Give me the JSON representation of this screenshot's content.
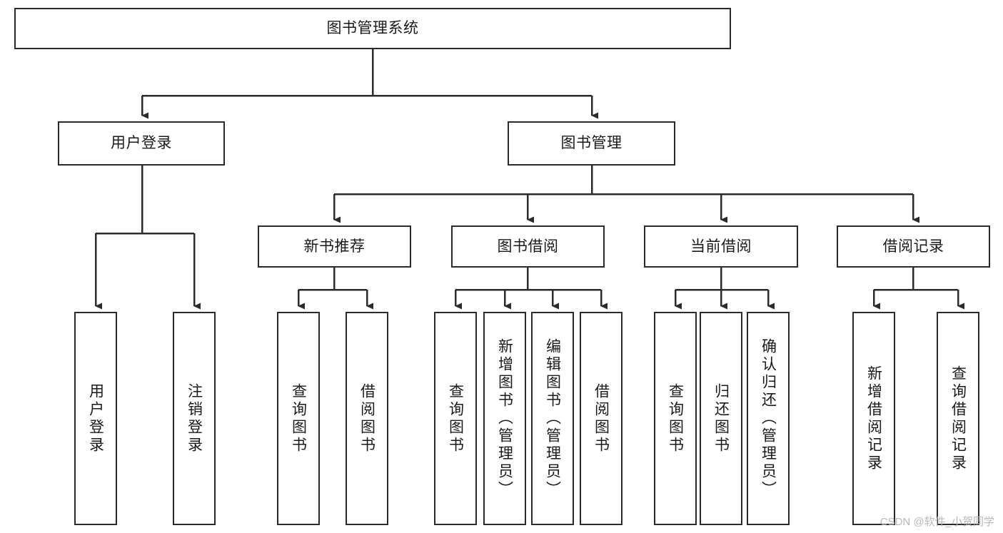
{
  "diagram": {
    "title": "图书管理系统",
    "type": "tree-hierarchy-chart",
    "orientation": "top-down",
    "colors": {
      "box_border": "#2b2b2b",
      "box_fill": "#ffffff",
      "edge": "#2b2b2b",
      "text": "#1a1a1a",
      "watermark": "#b9b9b9",
      "background": "#ffffff"
    },
    "root": {
      "id": "root",
      "label": "图书管理系统",
      "orientation": "horizontal"
    },
    "level2": [
      {
        "id": "user-login",
        "label": "用户登录",
        "orientation": "horizontal"
      },
      {
        "id": "book-management",
        "label": "图书管理",
        "orientation": "horizontal"
      }
    ],
    "level3": [
      {
        "id": "new-book-recommend",
        "label": "新书推荐",
        "orientation": "horizontal",
        "parent": "book-management"
      },
      {
        "id": "book-borrow",
        "label": "图书借阅",
        "orientation": "horizontal",
        "parent": "book-management"
      },
      {
        "id": "current-borrow",
        "label": "当前借阅",
        "orientation": "horizontal",
        "parent": "book-management"
      },
      {
        "id": "borrow-record",
        "label": "借阅记录",
        "orientation": "horizontal",
        "parent": "book-management"
      }
    ],
    "leaves": [
      {
        "id": "leaf-user-login",
        "label": "用户登录",
        "orientation": "vertical",
        "parent": "user-login"
      },
      {
        "id": "leaf-user-logout",
        "label": "注销登录",
        "orientation": "vertical",
        "parent": "user-login"
      },
      {
        "id": "leaf-query-book-1",
        "label": "查询图书",
        "orientation": "vertical",
        "parent": "new-book-recommend"
      },
      {
        "id": "leaf-borrow-book-1",
        "label": "借阅图书",
        "orientation": "vertical",
        "parent": "new-book-recommend"
      },
      {
        "id": "leaf-query-book-2",
        "label": "查询图书",
        "orientation": "vertical",
        "parent": "book-borrow"
      },
      {
        "id": "leaf-add-book",
        "label": "新增图书（管理员）",
        "orientation": "vertical",
        "parent": "book-borrow"
      },
      {
        "id": "leaf-edit-book",
        "label": "编辑图书（管理员）",
        "orientation": "vertical",
        "parent": "book-borrow"
      },
      {
        "id": "leaf-borrow-book-2",
        "label": "借阅图书",
        "orientation": "vertical",
        "parent": "book-borrow"
      },
      {
        "id": "leaf-query-book-3",
        "label": "查询图书",
        "orientation": "vertical",
        "parent": "current-borrow"
      },
      {
        "id": "leaf-return-book",
        "label": "归还图书",
        "orientation": "vertical",
        "parent": "current-borrow"
      },
      {
        "id": "leaf-confirm-return",
        "label": "确认归还（管理员）",
        "orientation": "vertical",
        "parent": "current-borrow"
      },
      {
        "id": "leaf-add-record",
        "label": "新增借阅记录",
        "orientation": "vertical",
        "parent": "borrow-record"
      },
      {
        "id": "leaf-query-record",
        "label": "查询借阅记录",
        "orientation": "vertical",
        "parent": "borrow-record"
      }
    ]
  },
  "watermark": {
    "text": "CSDN @软件_小贺同学"
  }
}
